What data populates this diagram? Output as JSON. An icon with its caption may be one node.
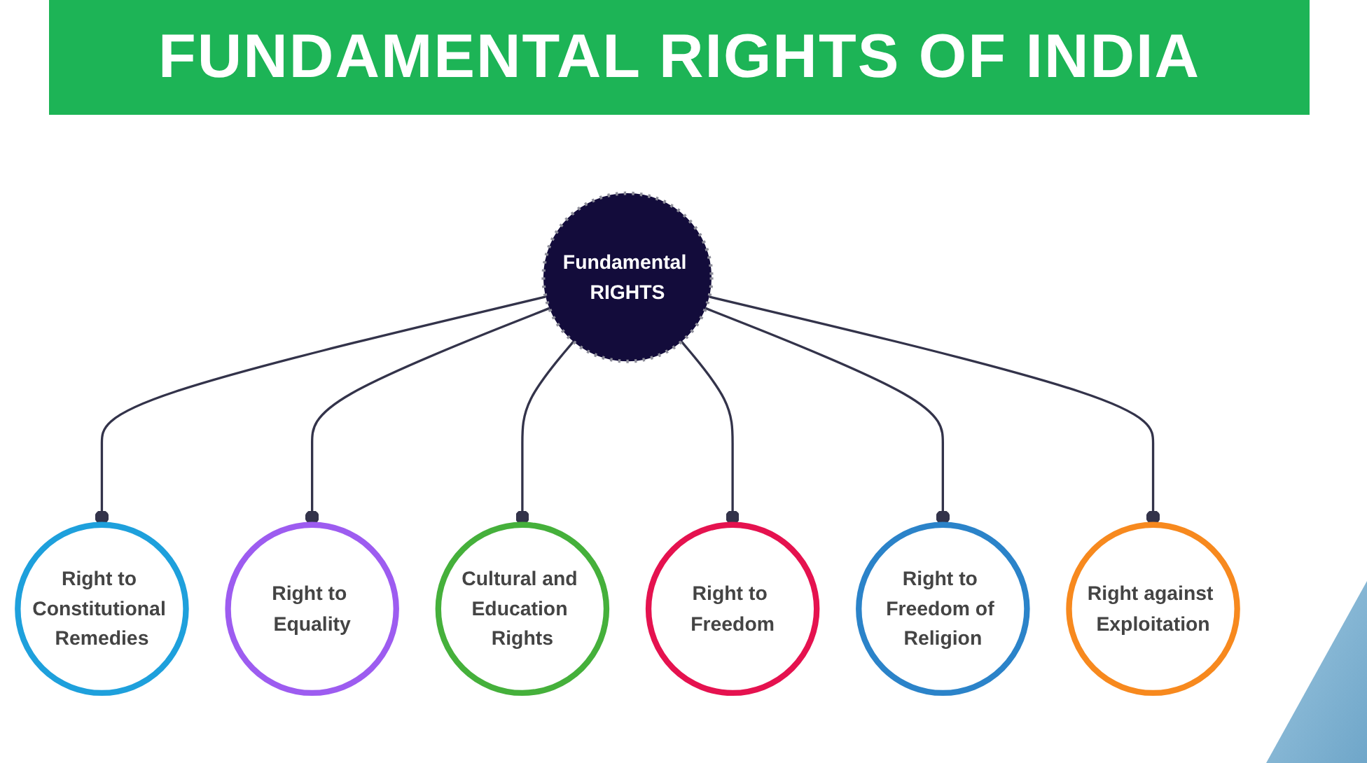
{
  "diagram": {
    "title": "FUNDAMENTAL RIGHTS OF INDIA",
    "nodes": [
      {
        "text": [
          "Right to Equality"
        ]
      },
      {
        "text": [
          "Right to Freedom"
        ]
      },
      {
        "text": [
          "Right to Constitutional Remedies"
        ]
      },
      {
        "text": [
          "Fundamental RIGHTS"
        ]
      },
      {
        "text": [
          "Right against Exploitation"
        ]
      },
      {
        "text": [
          "Cultural and Education Rights"
        ]
      },
      {
        "text": [
          "Right to Freedom of Religion"
        ]
      }
    ],
    "edges": [
      {
        "from": 3,
        "to": 2,
        "arrow": "other"
      },
      {
        "from": 3,
        "to": 0,
        "arrow": "other"
      },
      {
        "from": 3,
        "to": 5,
        "arrow": "other"
      },
      {
        "from": 3,
        "to": 1,
        "arrow": "other"
      },
      {
        "from": 3,
        "to": 6,
        "arrow": "other"
      },
      {
        "from": 3,
        "to": 4,
        "arrow": "other"
      }
    ]
  }
}
